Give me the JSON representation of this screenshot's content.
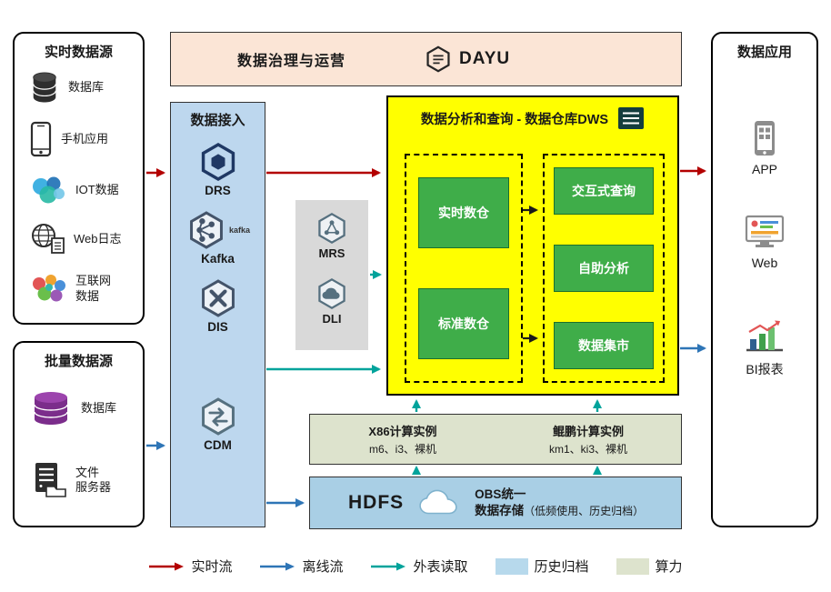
{
  "realtime_sources": {
    "title": "实时数据源",
    "items": [
      {
        "label": "数据库",
        "icon": "database-icon"
      },
      {
        "label": "手机应用",
        "icon": "phone-icon"
      },
      {
        "label": "IOT数据",
        "icon": "iot-icon"
      },
      {
        "label": "Web日志",
        "icon": "web-log-icon"
      },
      {
        "label": "互联网\n数据",
        "icon": "internet-data-icon"
      }
    ]
  },
  "batch_sources": {
    "title": "批量数据源",
    "items": [
      {
        "label": "数据库",
        "icon": "database-purple-icon"
      },
      {
        "label": "文件\n服务器",
        "icon": "file-server-icon"
      }
    ]
  },
  "governance": {
    "title": "数据治理与运营",
    "logo_text": "DAYU"
  },
  "data_access": {
    "title": "数据接入",
    "items": [
      {
        "label": "DRS",
        "icon": "drs-hexagon-icon"
      },
      {
        "label": "Kafka",
        "icon": "kafka-hexagon-icon",
        "logo_caption": "kafka"
      },
      {
        "label": "DIS",
        "icon": "dis-hexagon-icon"
      },
      {
        "label": "CDM",
        "icon": "cdm-hexagon-icon"
      }
    ]
  },
  "analytics_services": {
    "items": [
      {
        "label": "MRS",
        "icon": "mrs-hexagon-icon"
      },
      {
        "label": "DLI",
        "icon": "dli-hexagon-icon"
      }
    ]
  },
  "dws": {
    "title": "数据分析和查询 - 数据仓库DWS",
    "warehouses": [
      {
        "label": "实时数仓"
      },
      {
        "label": "标准数仓"
      }
    ],
    "services": [
      {
        "label": "交互式查询"
      },
      {
        "label": "自助分析"
      },
      {
        "label": "数据集市"
      }
    ]
  },
  "compute_instances": {
    "x86_title": "X86计算实例",
    "x86_models": "m6、i3、裸机",
    "kunpeng_title": "鲲鹏计算实例",
    "kunpeng_models": "km1、ki3、裸机"
  },
  "storage": {
    "hdfs_label": "HDFS",
    "obs_line1": "OBS统一",
    "obs_line2": "数据存储",
    "obs_note": "（低频使用、历史归档）"
  },
  "applications": {
    "title": "数据应用",
    "items": [
      {
        "label": "APP",
        "icon": "app-icon"
      },
      {
        "label": "Web",
        "icon": "web-monitor-icon"
      },
      {
        "label": "BI报表",
        "icon": "bi-report-icon"
      }
    ]
  },
  "legend": {
    "realtime": "实时流",
    "offline": "离线流",
    "external": "外表读取",
    "archive": "历史归档",
    "compute": "算力"
  },
  "colors": {
    "realtime_flow": "#b30000",
    "offline_flow": "#2e75b6",
    "external_read": "#00a39b",
    "archive_fill": "#a9cfe5",
    "compute_fill": "#dde3cd",
    "dws_fill": "#ffff00",
    "node_green": "#3fad49",
    "access_fill": "#bdd7ee",
    "banner_fill": "#fbe5d6",
    "services_fill": "#d9d9d9"
  }
}
